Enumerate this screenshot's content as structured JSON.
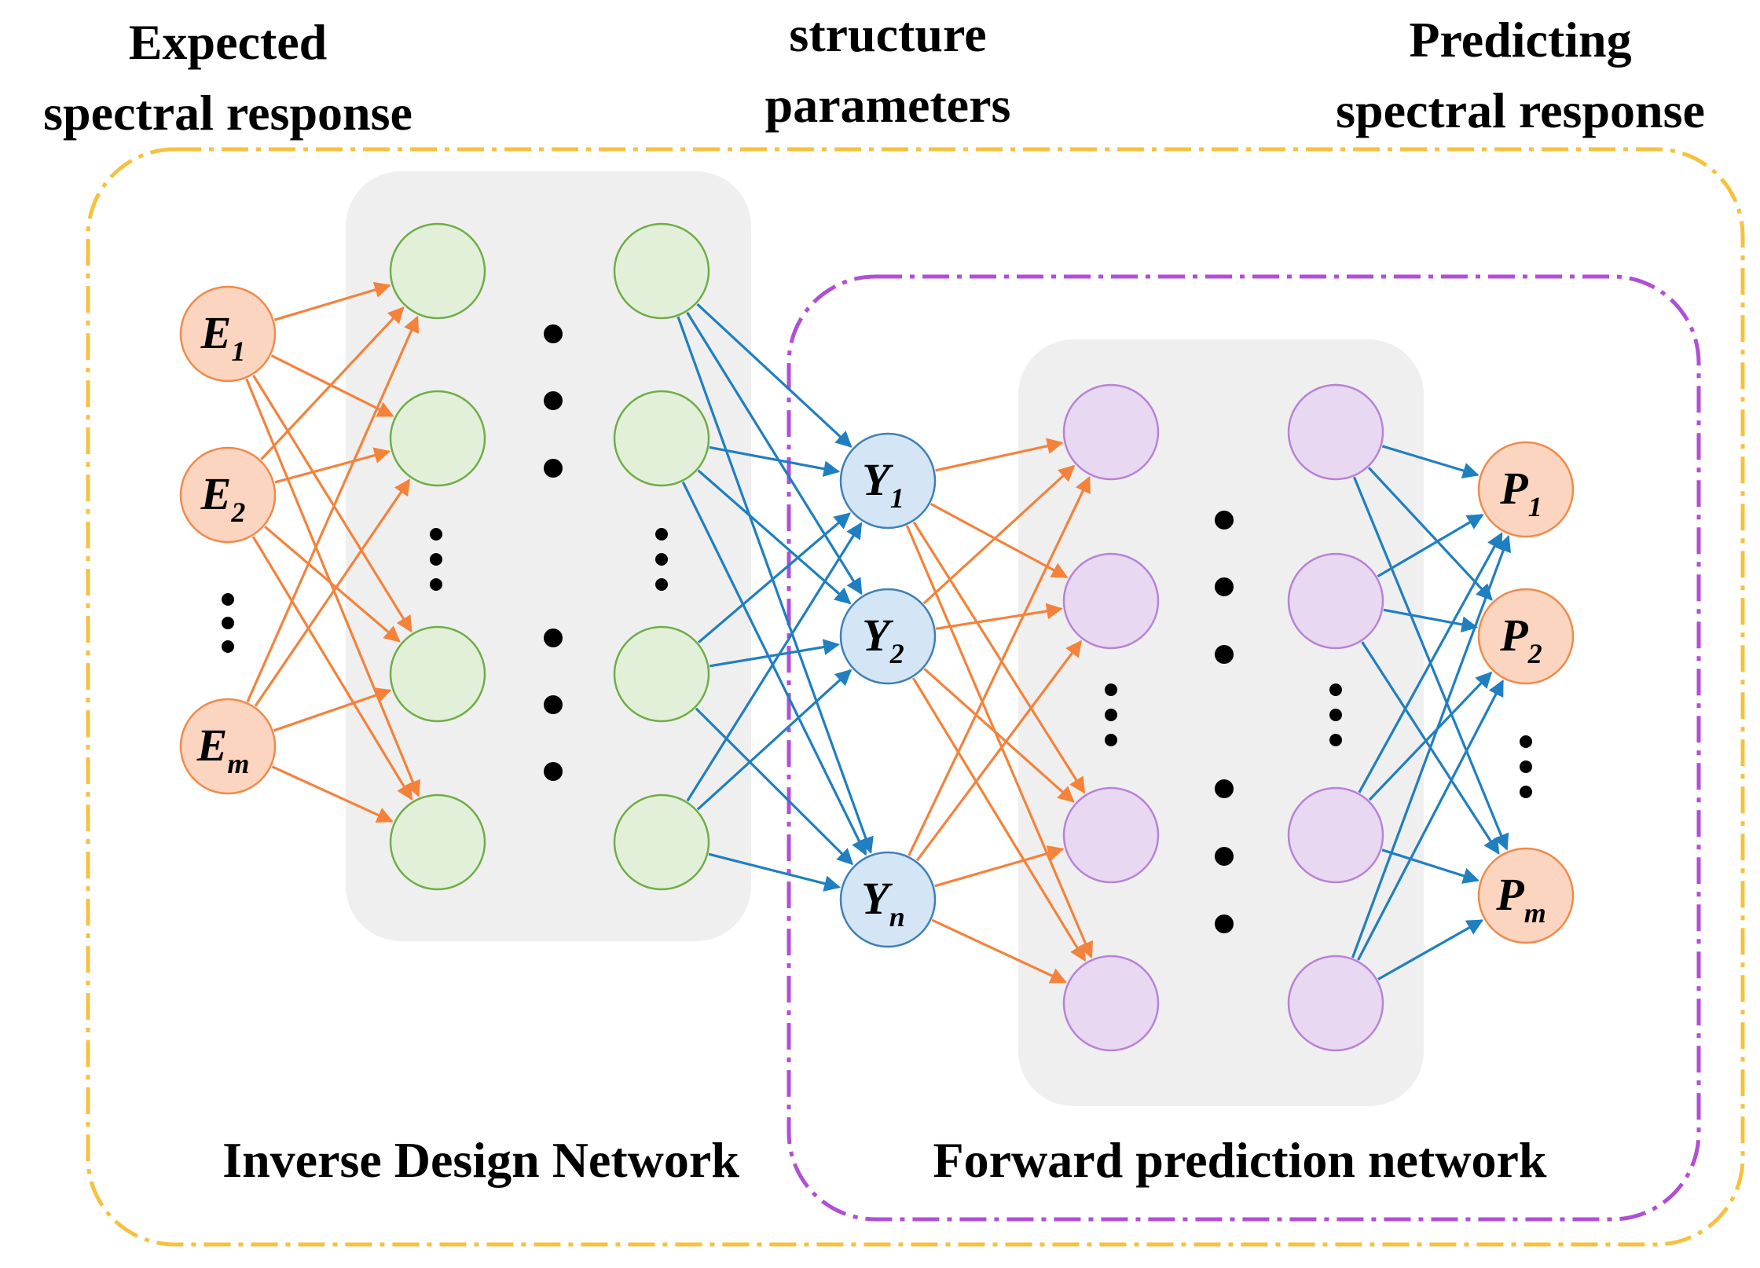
{
  "headings": {
    "input": [
      "Expected",
      "spectral response"
    ],
    "middle": [
      "structure",
      "parameters"
    ],
    "output": [
      "Predicting",
      "spectral response"
    ]
  },
  "regions": {
    "inverse": "Inverse Design Network",
    "forward": "Forward prediction network"
  },
  "inputs": [
    {
      "letter": "E",
      "sub": "1"
    },
    {
      "letter": "E",
      "sub": "2"
    },
    {
      "letter": "E",
      "sub": "m"
    }
  ],
  "parameters": [
    {
      "letter": "Y",
      "sub": "1"
    },
    {
      "letter": "Y",
      "sub": "2"
    },
    {
      "letter": "Y",
      "sub": "n"
    }
  ],
  "outputs": [
    {
      "letter": "P",
      "sub": "1"
    },
    {
      "letter": "P",
      "sub": "2"
    },
    {
      "letter": "P",
      "sub": "m"
    }
  ],
  "colors": {
    "orange_arrow": "#f4823b",
    "blue_arrow": "#1f7fc0",
    "orange_node_fill": "#fbd5bf",
    "orange_node_stroke": "#f08a4b",
    "blue_node_fill": "#d4e6f5",
    "blue_node_stroke": "#3f7fb8",
    "green_node_fill": "#e2f0d9",
    "green_node_stroke": "#70ad47",
    "purple_node_fill": "#e8d8f2",
    "purple_node_stroke": "#b783d6",
    "hidden_panel": "#efefef",
    "inverse_border": "#f5c13f",
    "forward_border": "#b04fd6"
  }
}
